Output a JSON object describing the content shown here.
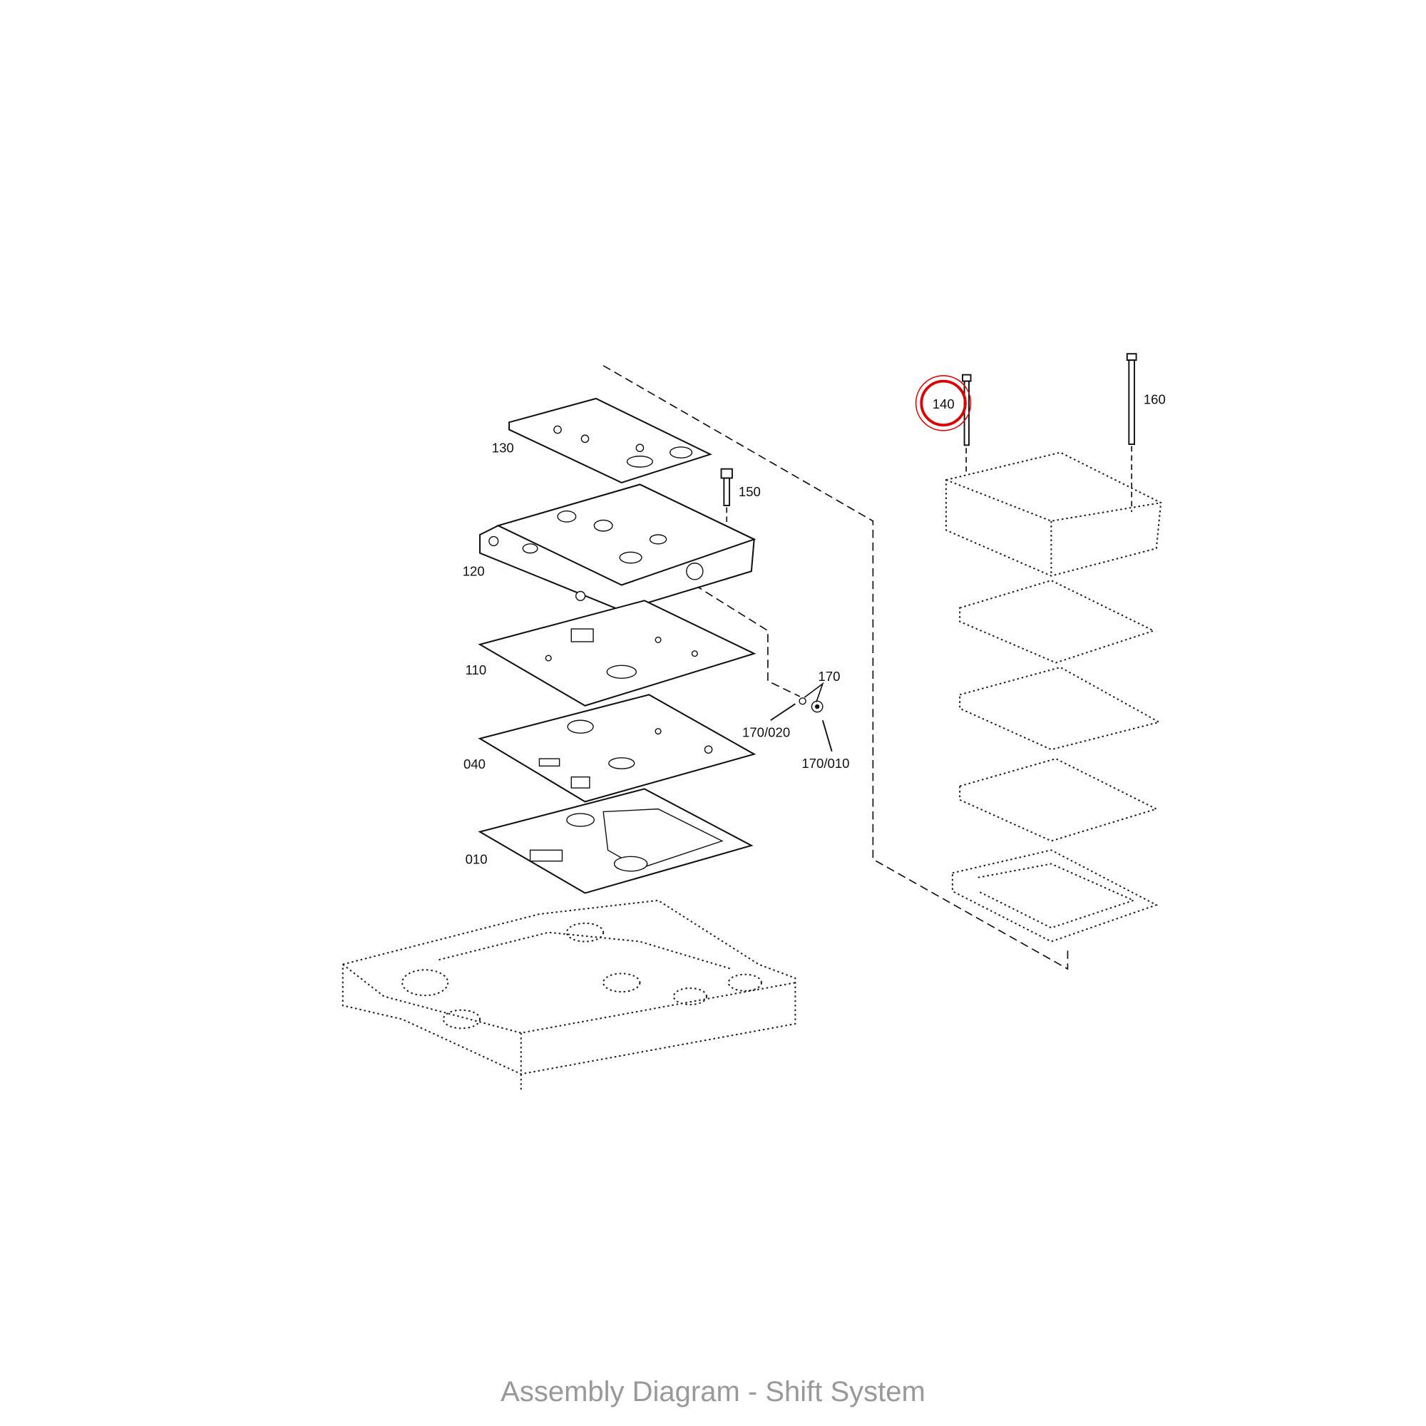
{
  "diagram": {
    "labels": {
      "p130": "130",
      "p150": "150",
      "p120": "120",
      "p110": "110",
      "p170": "170",
      "p170_020": "170/020",
      "p170_010": "170/010",
      "p040": "040",
      "p010": "010",
      "p160": "160",
      "p140": "140"
    },
    "highlighted_part": "140",
    "highlight_color": "#e00000"
  },
  "caption": "Assembly Diagram - Shift System"
}
